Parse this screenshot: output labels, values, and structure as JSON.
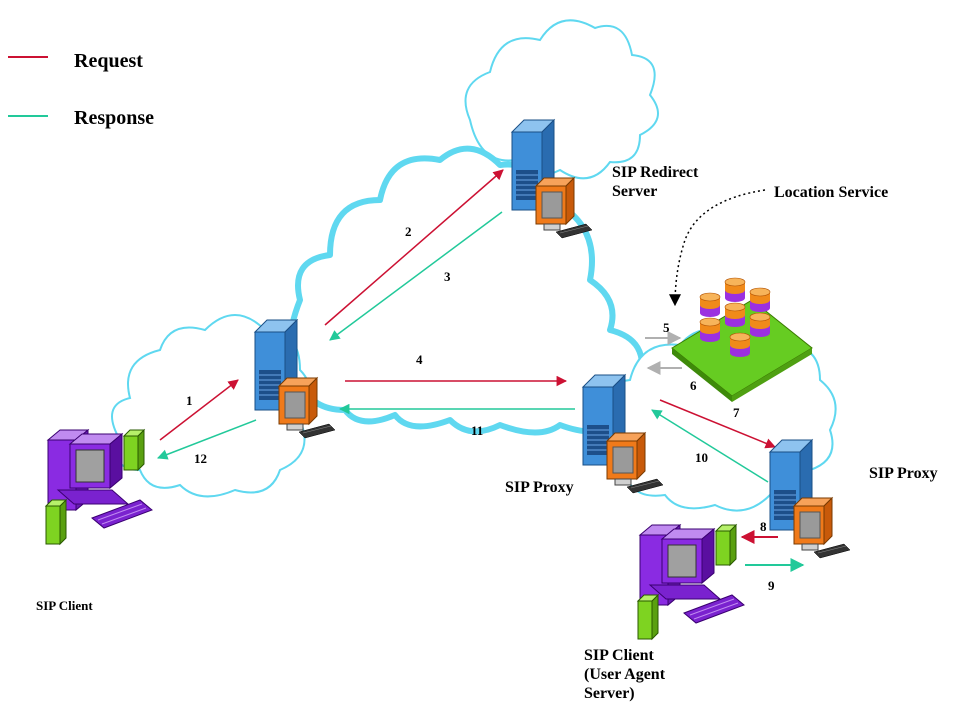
{
  "legend": {
    "request": {
      "label": "Request",
      "color": "#cc1133"
    },
    "response": {
      "label": "Response",
      "color": "#22c99a"
    }
  },
  "nodes": {
    "redirect_server": {
      "line1": "SIP Redirect",
      "line2": "Server"
    },
    "location_service": {
      "label": "Location Service"
    },
    "proxy_center": {
      "label": "SIP Proxy"
    },
    "proxy_right": {
      "label": "SIP Proxy"
    },
    "client_left": {
      "label": "SIP Client"
    },
    "client_uas": {
      "line1": "SIP Client",
      "line2": "(User Agent",
      "line3": "Server)"
    }
  },
  "steps": [
    "1",
    "2",
    "3",
    "4",
    "5",
    "6",
    "7",
    "8",
    "9",
    "10",
    "11",
    "12"
  ],
  "colors": {
    "cloud_outline": "#5fd8f0",
    "server_blue": "#3f8fd9",
    "monitor_orange": "#f07a1a",
    "pc_purple": "#8a2be2",
    "pc_green": "#7ed321",
    "db_orange": "#f08a1a",
    "db_purple": "#9b30e0",
    "step_gray": "#b0b0b0"
  }
}
